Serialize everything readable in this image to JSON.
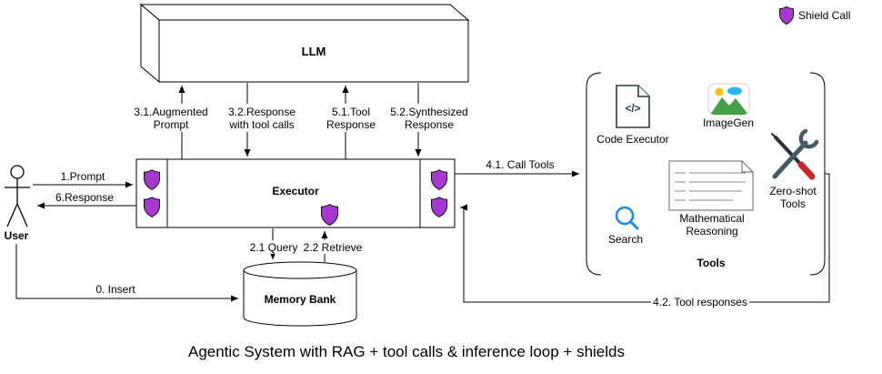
{
  "title": "Agentic System with RAG + tool calls & inference loop + shields",
  "legend": {
    "shield_call": "Shield Call"
  },
  "nodes": {
    "llm": "LLM",
    "executor": "Executor",
    "memory_bank": "Memory Bank",
    "user": "User"
  },
  "flows": {
    "prompt": "1.Prompt",
    "response": "6.Response",
    "insert": "0. Insert",
    "augmented_prompt": [
      "3.1.Augmented",
      "Prompt"
    ],
    "response_tool_calls": [
      "3.2.Response",
      "with tool calls"
    ],
    "tool_response": [
      "5.1.Tool",
      "Response"
    ],
    "synthesized_response": [
      "5.2.Synthesized",
      "Response"
    ],
    "query": "2.1 Query",
    "retrieve": "2.2 Retrieve",
    "call_tools": "4.1. Call Tools",
    "tool_responses": "4.2. Tool responses"
  },
  "tools": {
    "group_label": "Tools",
    "code_executor": {
      "label": "Code Executor",
      "glyph": "</>"
    },
    "imagegen": {
      "label": "ImageGen"
    },
    "search": {
      "label": "Search"
    },
    "math_reasoning": [
      "Mathematical",
      "Reasoning"
    ],
    "zero_shot": [
      "Zero-shot",
      "Tools"
    ]
  },
  "colors": {
    "shield": "#a838d2",
    "code_icon": "#233b53",
    "search_icon": "#1e88e5",
    "imagegen_sun": "#ffc107",
    "imagegen_sky": "#29b6f6",
    "imagegen_hill": "#43a047",
    "tool_metal": "#455a64",
    "tool_dark": "#263238",
    "tool_handle": "#c62828",
    "math_text": "#8a8a8a"
  }
}
